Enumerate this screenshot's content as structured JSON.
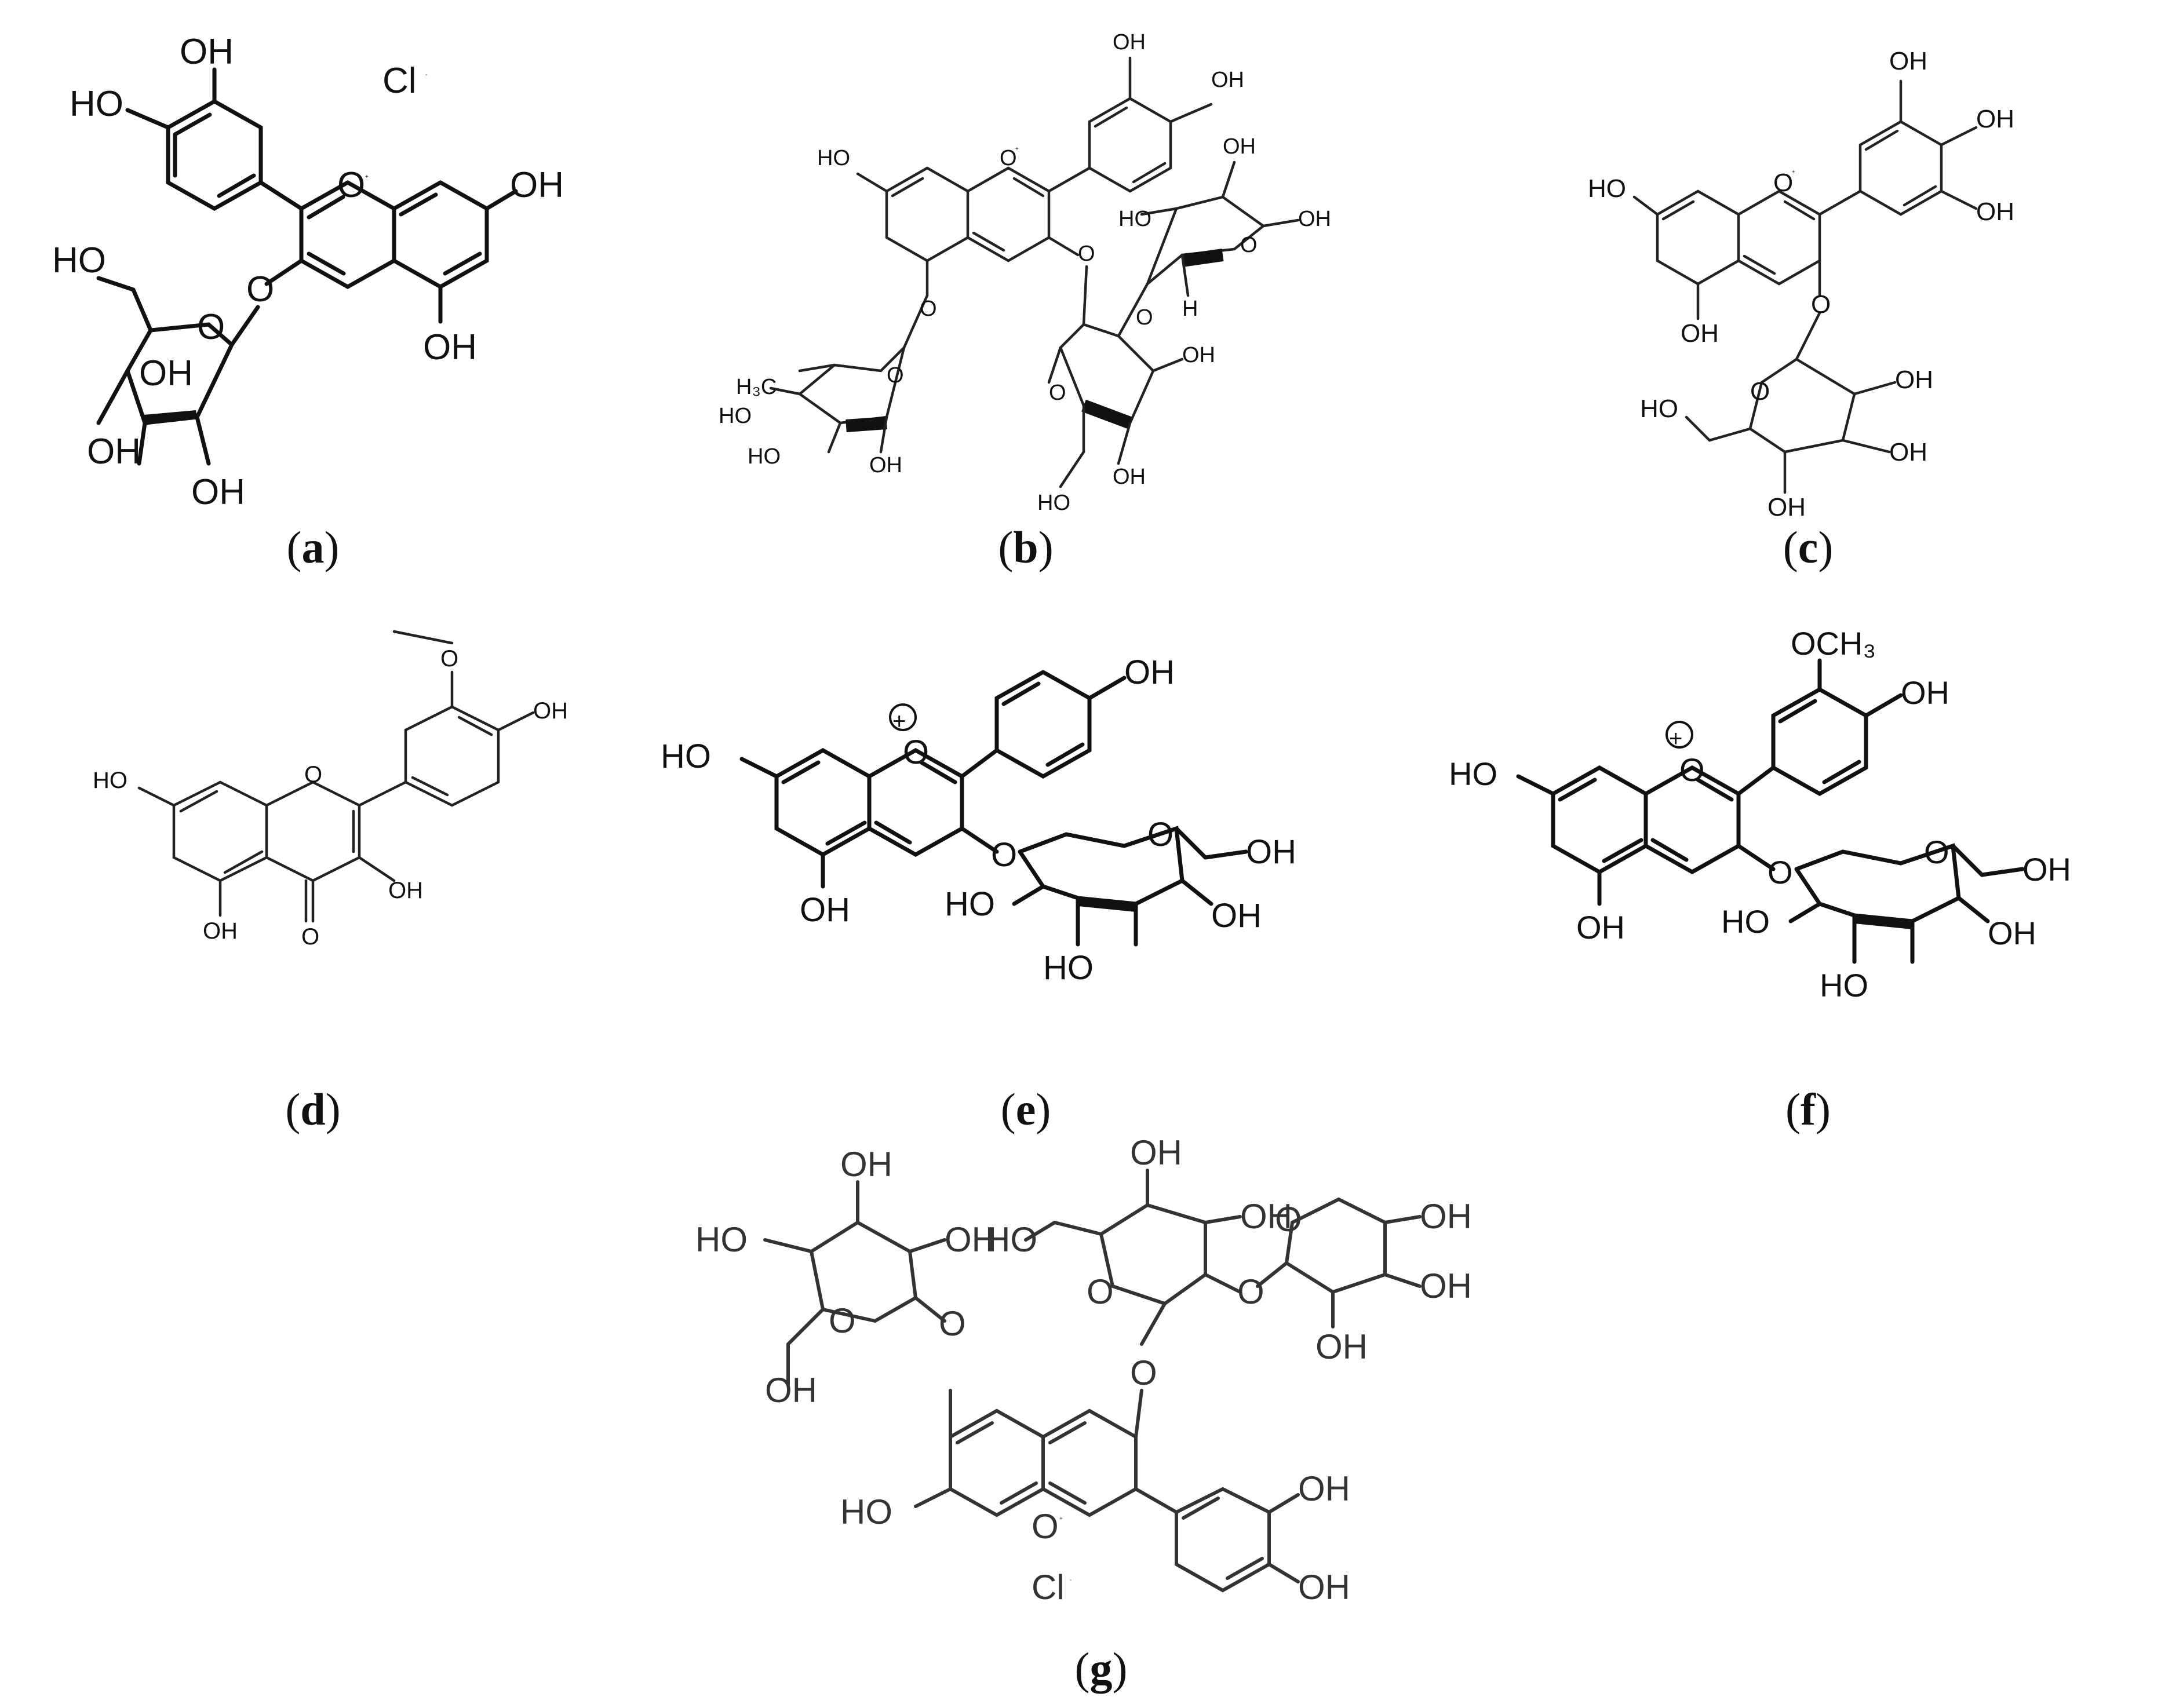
{
  "figure": {
    "panels": [
      {
        "id": "a",
        "label_letter": "a",
        "atoms": {
          "oh_top": "OH",
          "ho_left": "HO",
          "chloride": "Cl",
          "chloride_charge": "-",
          "oxonium": "O",
          "oxonium_charge": "+",
          "oh_right": "OH",
          "oh_lower": "OH",
          "ho_sugar_ch2": "HO",
          "o_ring": "O",
          "o_link": "O",
          "oh_ring_inner": "OH",
          "oh_ring_left": "OH",
          "oh_ring_bottom": "OH"
        }
      },
      {
        "id": "b",
        "label_letter": "b",
        "atoms": {
          "oh_top1": "OH",
          "oh_top2": "OH",
          "ho_left": "HO",
          "oxonium": "O",
          "oxonium_charge": "+",
          "o_link3": "O",
          "o_link5": "O",
          "h3c": "H₃C",
          "o_rham": "O",
          "ho_rham1": "HO",
          "ho_rham2": "HO",
          "oh_rham3": "OH",
          "o_glc": "O",
          "ho_xyl1": "HO",
          "oh_xyl2": "OH",
          "oh_xyl3": "OH",
          "o_xyl": "O",
          "h_xyl": "H",
          "o_glc2": "O",
          "oh_glc1": "OH",
          "oh_glc2": "OH",
          "ho_glc3": "HO"
        }
      },
      {
        "id": "c",
        "label_letter": "c",
        "atoms": {
          "oh_top": "OH",
          "oh_mid": "OH",
          "oh_low": "OH",
          "ho_left": "HO",
          "oxonium": "O",
          "oxonium_charge": "+",
          "oh_a": "OH",
          "o_link": "O",
          "o_ring": "O",
          "oh_s1": "OH",
          "oh_s2": "OH",
          "ho_s3": "HO",
          "oh_s4": "OH"
        }
      },
      {
        "id": "d",
        "label_letter": "d",
        "atoms": {
          "o_methoxy": "O",
          "oh_b": "OH",
          "ho_a": "HO",
          "o_ring": "O",
          "oh_3": "OH",
          "oh_5": "OH",
          "o_keto": "O"
        }
      },
      {
        "id": "e",
        "label_letter": "e",
        "atoms": {
          "oh_b": "OH",
          "oxonium_charge": "+",
          "oxonium": "O",
          "ho_a": "HO",
          "oh_5": "OH",
          "o_link": "O",
          "o_ring": "O",
          "oh_ch2": "OH",
          "ho_s1": "HO",
          "ho_s2": "HO",
          "oh_s3": "OH"
        }
      },
      {
        "id": "f",
        "label_letter": "f",
        "atoms": {
          "och3": "OCH₃",
          "oh_b": "OH",
          "oxonium_charge": "+",
          "oxonium": "O",
          "ho_a": "HO",
          "oh_5": "OH",
          "o_link": "O",
          "o_ring": "O",
          "oh_ch2": "OH",
          "ho_s1": "HO",
          "ho_s2": "HO",
          "oh_s3": "OH"
        }
      },
      {
        "id": "g",
        "label_letter": "g",
        "atoms": {
          "oh_1": "OH",
          "ho_2": "HO",
          "oh_3": "OH",
          "oh_4": "OH",
          "ho_5": "HO",
          "oh_6": "OH",
          "o_ring1": "O",
          "o_link1": "O",
          "oh_7": "OH",
          "o_ring2": "O",
          "o_link2": "O",
          "o_ring3": "O",
          "oh_8": "OH",
          "oh_9": "OH",
          "oh_10": "OH",
          "o_link3": "O",
          "ho_a": "HO",
          "oxonium": "O",
          "oxonium_charge": "+",
          "oh_b1": "OH",
          "oh_b2": "OH",
          "chloride": "Cl",
          "chloride_charge": "-"
        }
      }
    ]
  }
}
